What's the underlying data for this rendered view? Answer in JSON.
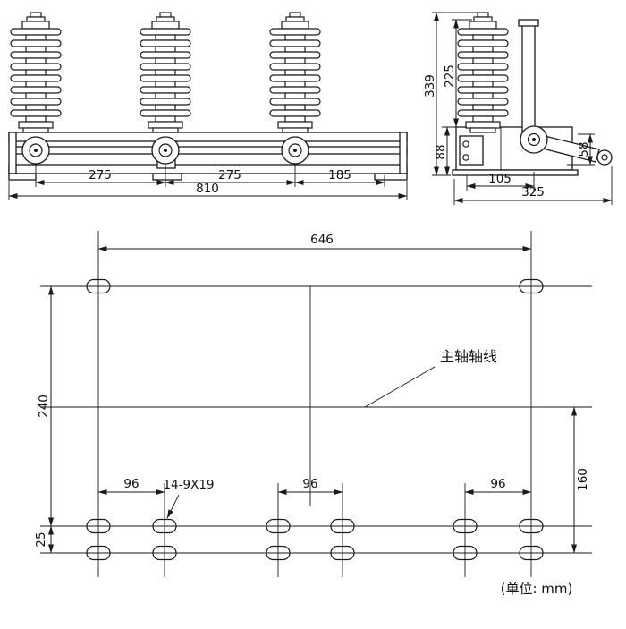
{
  "front_view": {
    "dim_span1": "275",
    "dim_span2": "275",
    "dim_span3": "185",
    "dim_total": "810"
  },
  "side_view": {
    "dim_total_height": "339",
    "dim_insulator_height": "225",
    "dim_base_height": "88",
    "dim_shaft_height": "58",
    "dim_foot_span": "105",
    "dim_total_depth": "325"
  },
  "layout_view": {
    "dim_top_span": "646",
    "dim_left_height": "240",
    "dim_pitch_left": "96",
    "dim_pitch_mid": "96",
    "dim_pitch_right": "96",
    "dim_right_height": "160",
    "dim_row_gap": "25",
    "label_axis": "主轴轴线",
    "label_holes": "14-9X19",
    "label_unit": "(单位: mm)"
  }
}
